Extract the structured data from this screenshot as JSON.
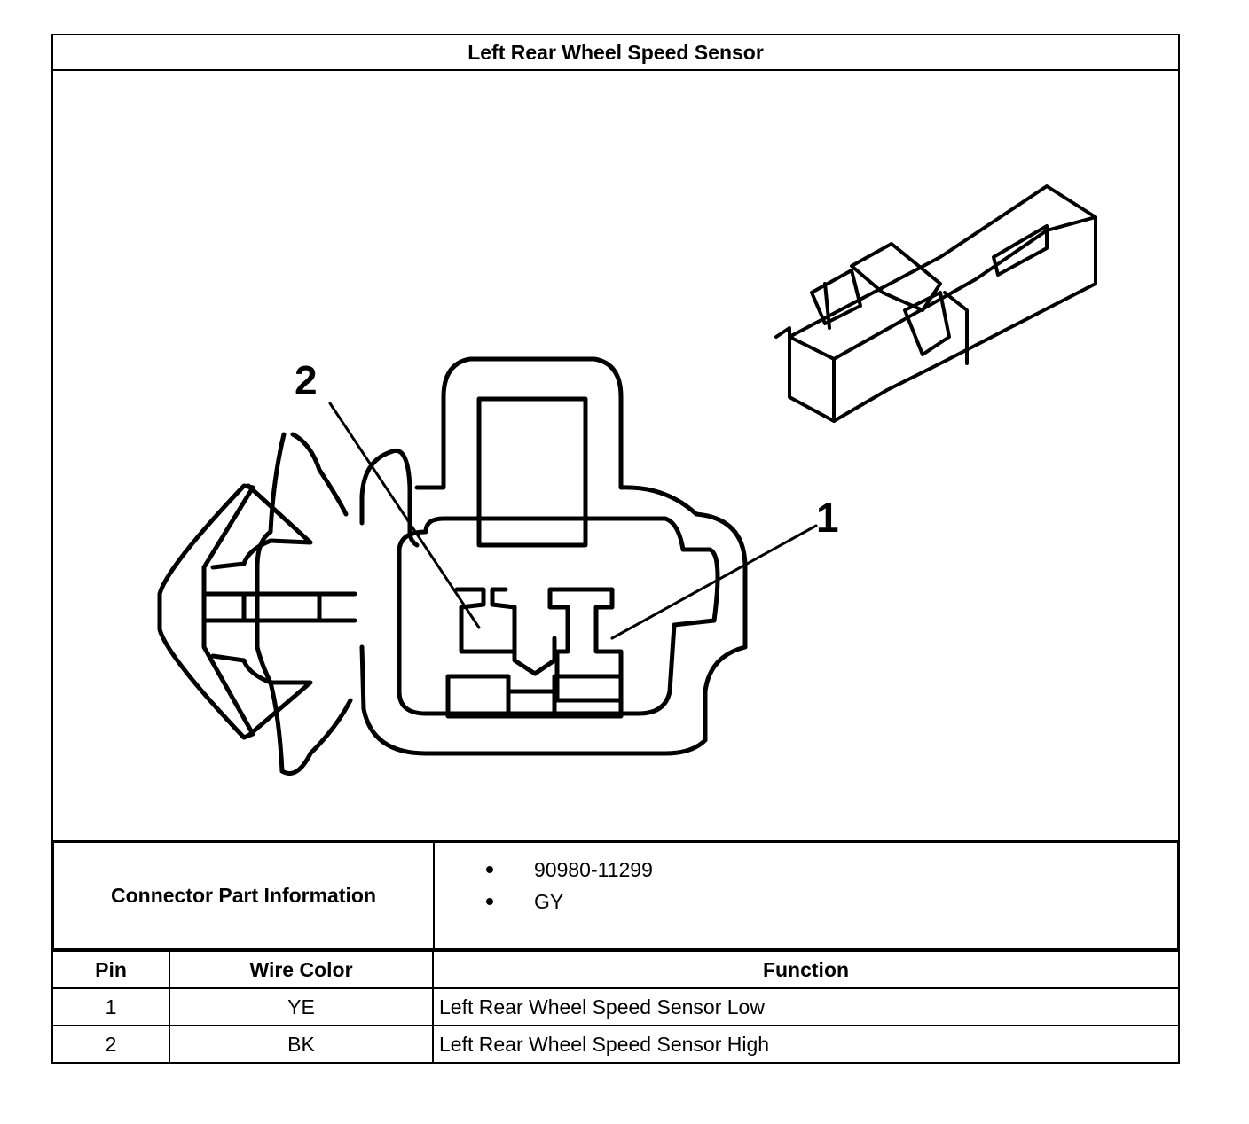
{
  "title": "Left Rear Wheel Speed Sensor",
  "figure": {
    "callouts": [
      "1",
      "2"
    ]
  },
  "part_info": {
    "label": "Connector Part Information",
    "items": [
      "90980-11299",
      "GY"
    ]
  },
  "pin_table": {
    "headers": [
      "Pin",
      "Wire Color",
      "Function"
    ],
    "rows": [
      {
        "pin": "1",
        "wire_color": "YE",
        "function": "Left Rear Wheel Speed Sensor Low"
      },
      {
        "pin": "2",
        "wire_color": "BK",
        "function": "Left Rear Wheel Speed Sensor High"
      }
    ]
  }
}
